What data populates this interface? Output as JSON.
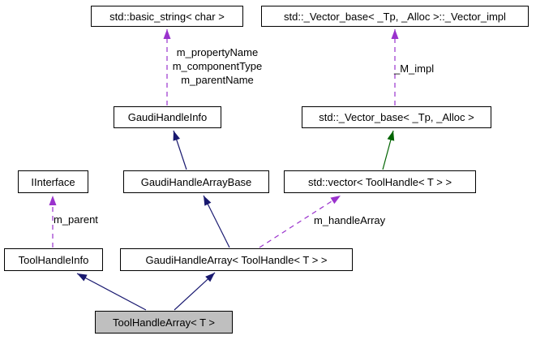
{
  "nodes": {
    "basic_string": {
      "label": "std::basic_string< char >"
    },
    "vector_impl": {
      "label": "std::_Vector_base< _Tp, _Alloc >::_Vector_impl"
    },
    "gaudi_handle_info": {
      "label": "GaudiHandleInfo"
    },
    "vector_base": {
      "label": "std::_Vector_base< _Tp, _Alloc >"
    },
    "iinterface": {
      "label": "IInterface"
    },
    "gaudi_handle_array_base": {
      "label": "GaudiHandleArrayBase"
    },
    "std_vector": {
      "label": "std::vector< ToolHandle< T > >"
    },
    "tool_handle_info": {
      "label": "ToolHandleInfo"
    },
    "gaudi_handle_array": {
      "label": "GaudiHandleArray< ToolHandle< T > >"
    },
    "tool_handle_array": {
      "label": "ToolHandleArray< T >"
    }
  },
  "edge_labels": {
    "m_property_name": "m_propertyName",
    "m_component_type": "m_componentType",
    "m_parent_name": "m_parentName",
    "m_impl": "_M_impl",
    "m_parent": "m_parent",
    "m_handle_array": "m_handleArray"
  },
  "colors": {
    "inheritance_edge": "#191970",
    "usage_edge": "#9a32cd",
    "template_inheritance_edge": "#006400",
    "node_border": "#000000",
    "node_fill": "#ffffff",
    "selected_node_fill": "#bfbfbf",
    "text": "#000000",
    "background": "#ffffff"
  }
}
